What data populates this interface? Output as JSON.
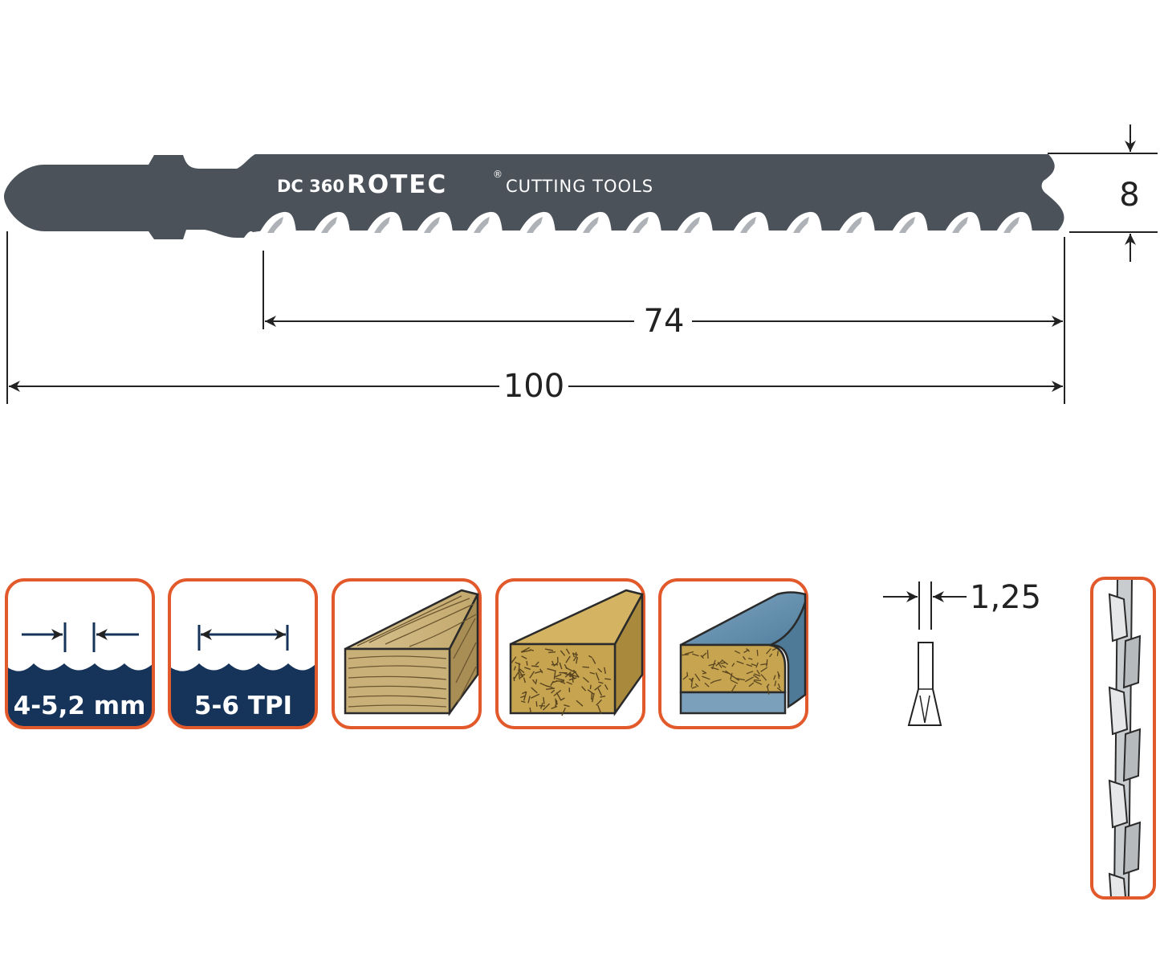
{
  "blade": {
    "model": "DC 360",
    "brand": "ROTEC",
    "brand_mark": "®",
    "tagline": "CUTTING TOOLS",
    "color": "#4b525a",
    "tooth_color": "#aeb2b6"
  },
  "dimensions": {
    "width": "8",
    "cutting_length": "74",
    "total_length": "100",
    "thickness": "1,25"
  },
  "icons": [
    {
      "name": "tooth-pitch-mm-icon",
      "label": "4-5,2 mm"
    },
    {
      "name": "tooth-pitch-tpi-icon",
      "label": "5-6 TPI"
    },
    {
      "name": "softwood-icon"
    },
    {
      "name": "chipboard-icon"
    },
    {
      "name": "laminated-board-icon"
    }
  ],
  "colors": {
    "tile_border": "#e25a2c",
    "tile_navy": "#16335a",
    "softwood": "#c9b079",
    "chipboard": "#c7a550",
    "laminate": "#6c93b0",
    "dimension_lines": "#222222"
  }
}
